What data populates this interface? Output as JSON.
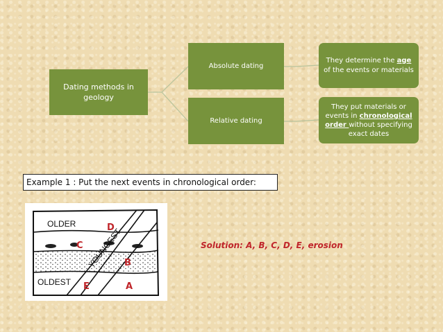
{
  "diagram": {
    "root": "Dating methods in geology",
    "absolute": "Absolute dating",
    "relative": "Relative dating",
    "absolute_desc": {
      "pre": "They determine the ",
      "emph": "age",
      "post": " of the events or materials"
    },
    "relative_desc": {
      "pre": "They put materials or events in ",
      "emph1": "chronological",
      "emph2": "order ",
      "post": "without specifying exact dates"
    }
  },
  "example": {
    "text": "Example 1 : Put the next events in chronological order:"
  },
  "figure": {
    "older": "OLDER",
    "oldest": "OLDEST",
    "youngest": "YOUNGEST",
    "labels": {
      "a": "A",
      "b": "B",
      "c": "C",
      "d": "D",
      "e": "E"
    }
  },
  "solution": {
    "text": "Solution: A, B, C, D, E, erosion"
  },
  "colors": {
    "box_green": "#77933c",
    "label_red": "#c0262b",
    "background": "#efdcb2"
  }
}
